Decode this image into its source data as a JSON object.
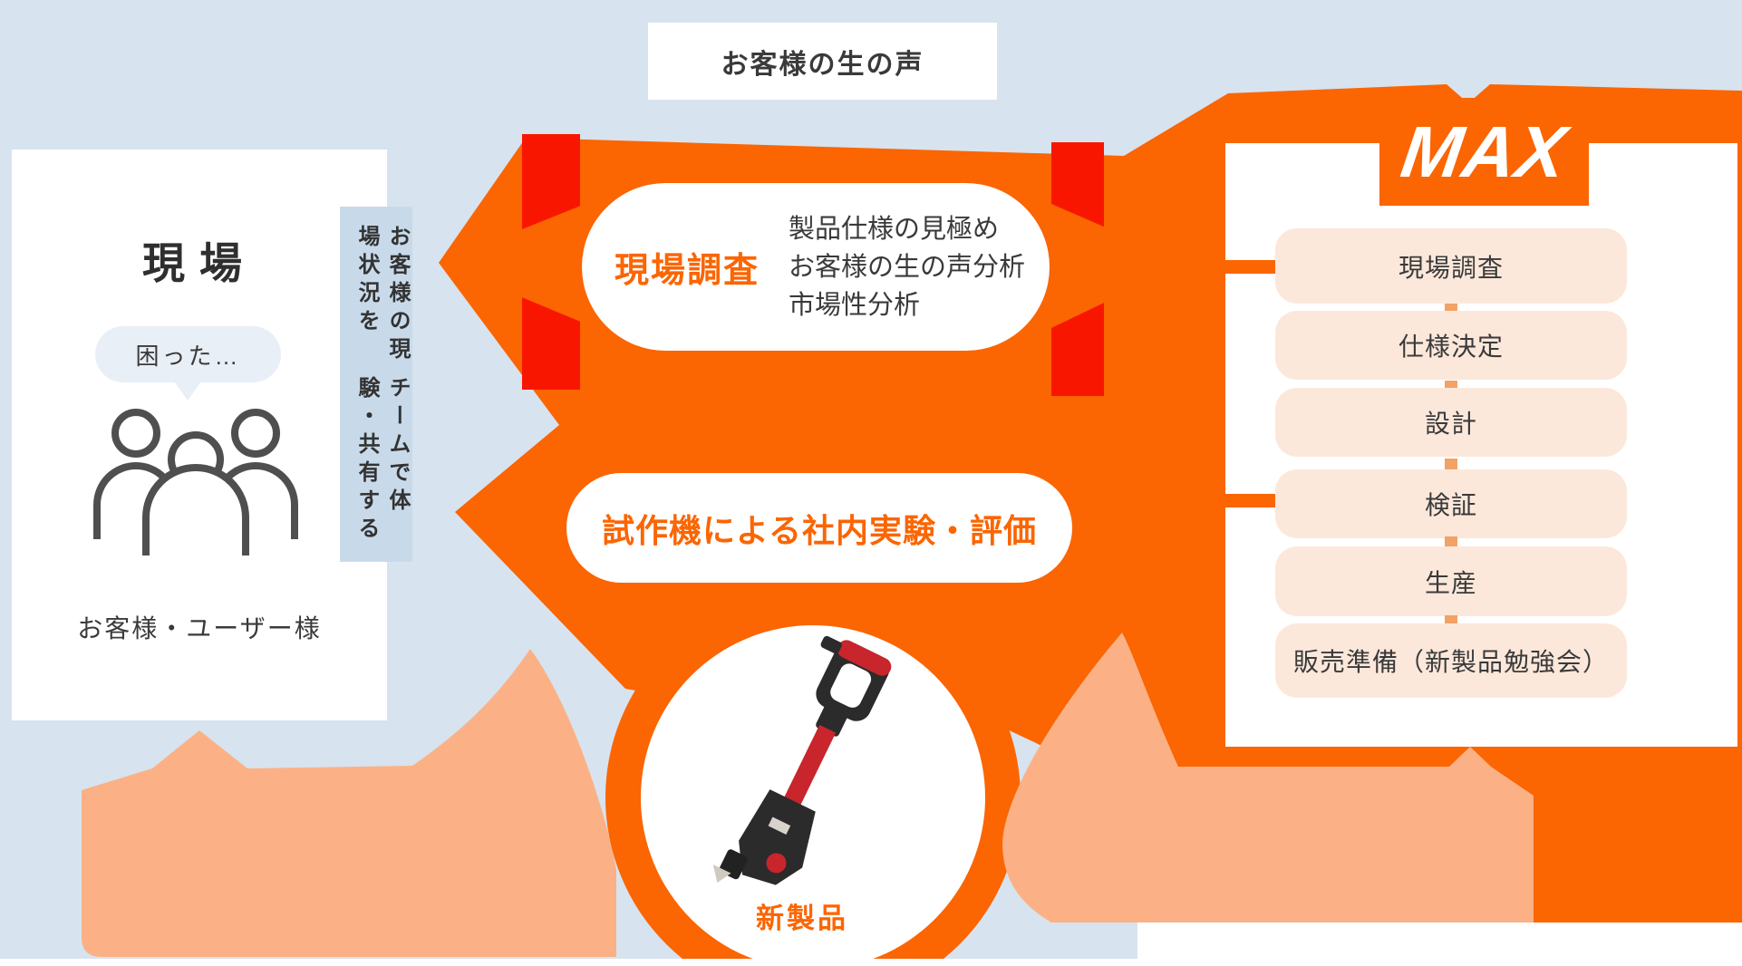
{
  "colors": {
    "background": "#d7e3ef",
    "flow_orange": "#fb6502",
    "accent_red": "#f91600",
    "salmon_arrow": "#fbb185",
    "step_peach": "#fce8db",
    "strip_blue": "#c8daea",
    "bubble_blue": "#e9eff6",
    "dark_text": "#3a3a3a"
  },
  "top_banner": {
    "label": "お客様の生の声"
  },
  "site": {
    "title": "現場",
    "bubble": "困った…",
    "caption": "お客様・ユーザー様",
    "people_icon": "three-people-outline-icon"
  },
  "share_strip": {
    "line1": "お客様の現場状況を",
    "line2": "チームで体験・共有する"
  },
  "survey": {
    "label": "現場調査",
    "details": [
      "製品仕様の見極め",
      "お客様の生の声分析",
      "市場性分析"
    ]
  },
  "prototype": {
    "label": "試作機による社内実験・評価"
  },
  "max": {
    "logo": "MAX",
    "steps": [
      "現場調査",
      "仕様決定",
      "設計",
      "検証",
      "生産",
      "販売準備（新製品勉強会）"
    ]
  },
  "product": {
    "label": "新製品"
  }
}
